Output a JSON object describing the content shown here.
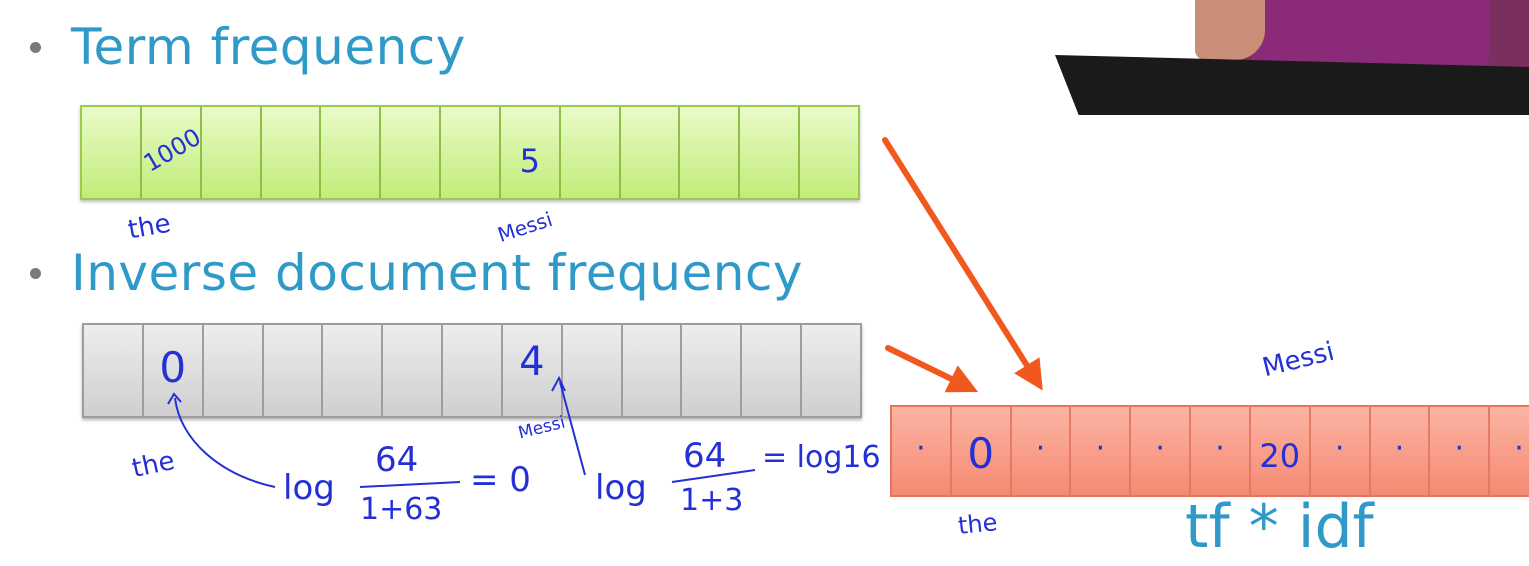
{
  "slide": {
    "bullets": [
      {
        "label": "Term frequency"
      },
      {
        "label": "Inverse document frequency"
      }
    ],
    "result_label": "tf * idf"
  },
  "tf_row": {
    "cells": 13,
    "values": {
      "the": "1000",
      "messi": "5"
    },
    "word_the": "the",
    "word_messi": "Messi",
    "color": "#c2ec79"
  },
  "idf_row": {
    "cells": 13,
    "values": {
      "the": "0",
      "messi": "4"
    },
    "word_the": "the",
    "word_messi": "Messi",
    "formula_the": {
      "prefix": "log",
      "numerator": "64",
      "denominator": "1+63",
      "result": "= 0"
    },
    "formula_messi": {
      "prefix": "log",
      "numerator": "64",
      "denominator": "1+3",
      "result": "= log16"
    },
    "color": "#d5d5d5"
  },
  "tfidf_row": {
    "cells": [
      "·",
      "0",
      "·",
      "·",
      "·",
      "·",
      "20",
      "·",
      "·",
      "·",
      "·"
    ],
    "word_the": "the",
    "word_messi": "Messi",
    "color": "#f58b74"
  },
  "annotation_color": "#2430d6",
  "arrow_color": "#f0581e",
  "accent_color": "#2f9ac8"
}
